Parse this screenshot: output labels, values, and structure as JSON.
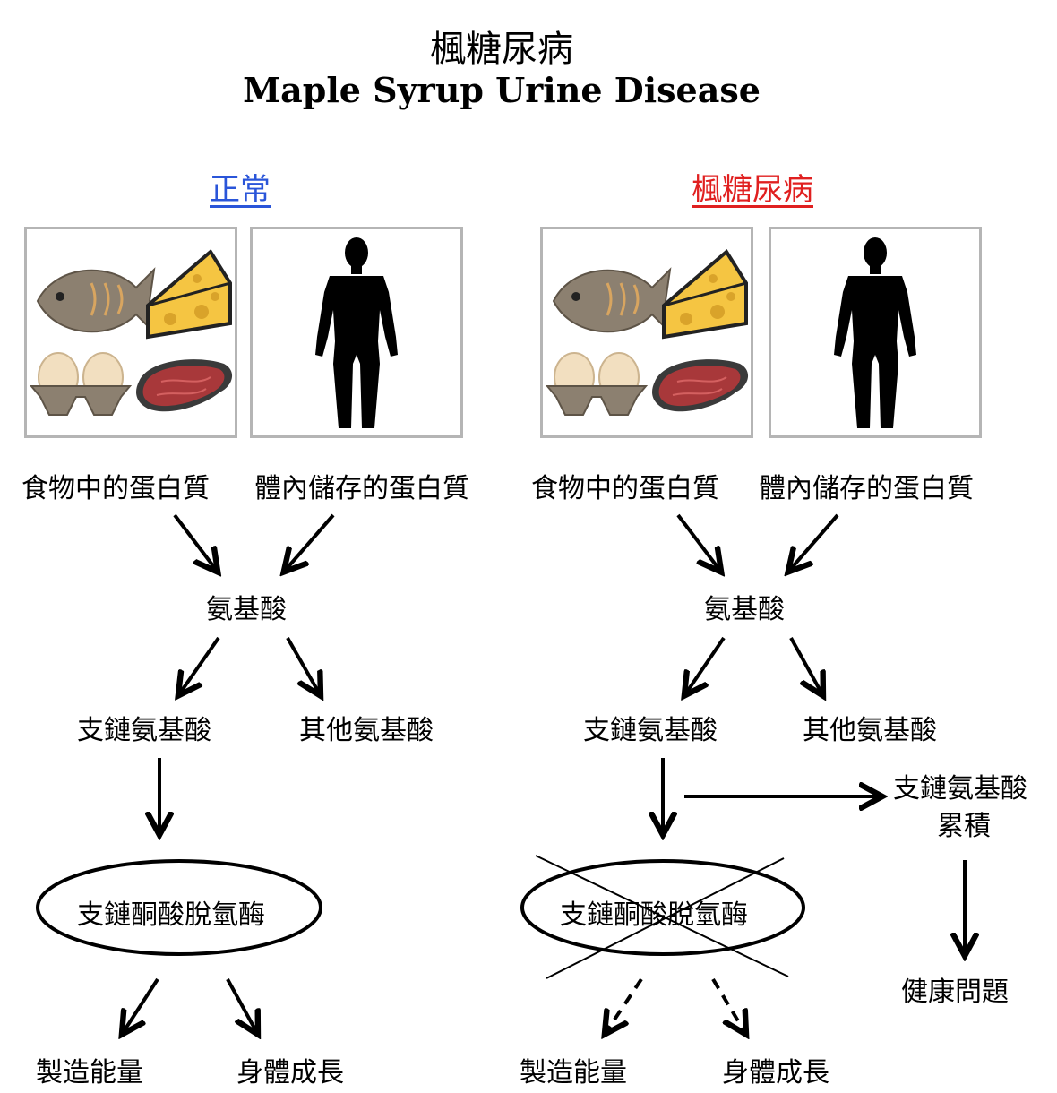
{
  "title": {
    "zh": "楓糖尿病",
    "en": "Maple Syrup Urine Disease"
  },
  "normal": {
    "heading": "正常",
    "food_protein": "食物中的蛋白質",
    "body_protein": "體內儲存的蛋白質",
    "amino_acids": "氨基酸",
    "bcaa": "支鏈氨基酸",
    "other_aa": "其他氨基酸",
    "enzyme": "支鏈酮酸脫氫酶",
    "energy": "製造能量",
    "growth": "身體成長"
  },
  "msud": {
    "heading": "楓糖尿病",
    "food_protein": "食物中的蛋白質",
    "body_protein": "體內儲存的蛋白質",
    "amino_acids": "氨基酸",
    "bcaa": "支鏈氨基酸",
    "other_aa": "其他氨基酸",
    "enzyme": "支鏈酮酸脫氫酶",
    "energy": "製造能量",
    "growth": "身體成長",
    "accumulation_line1": "支鏈氨基酸",
    "accumulation_line2": "累積",
    "health_problems": "健康問題"
  },
  "colors": {
    "normal_heading": "#2a55d9",
    "msud_heading": "#e02020"
  }
}
